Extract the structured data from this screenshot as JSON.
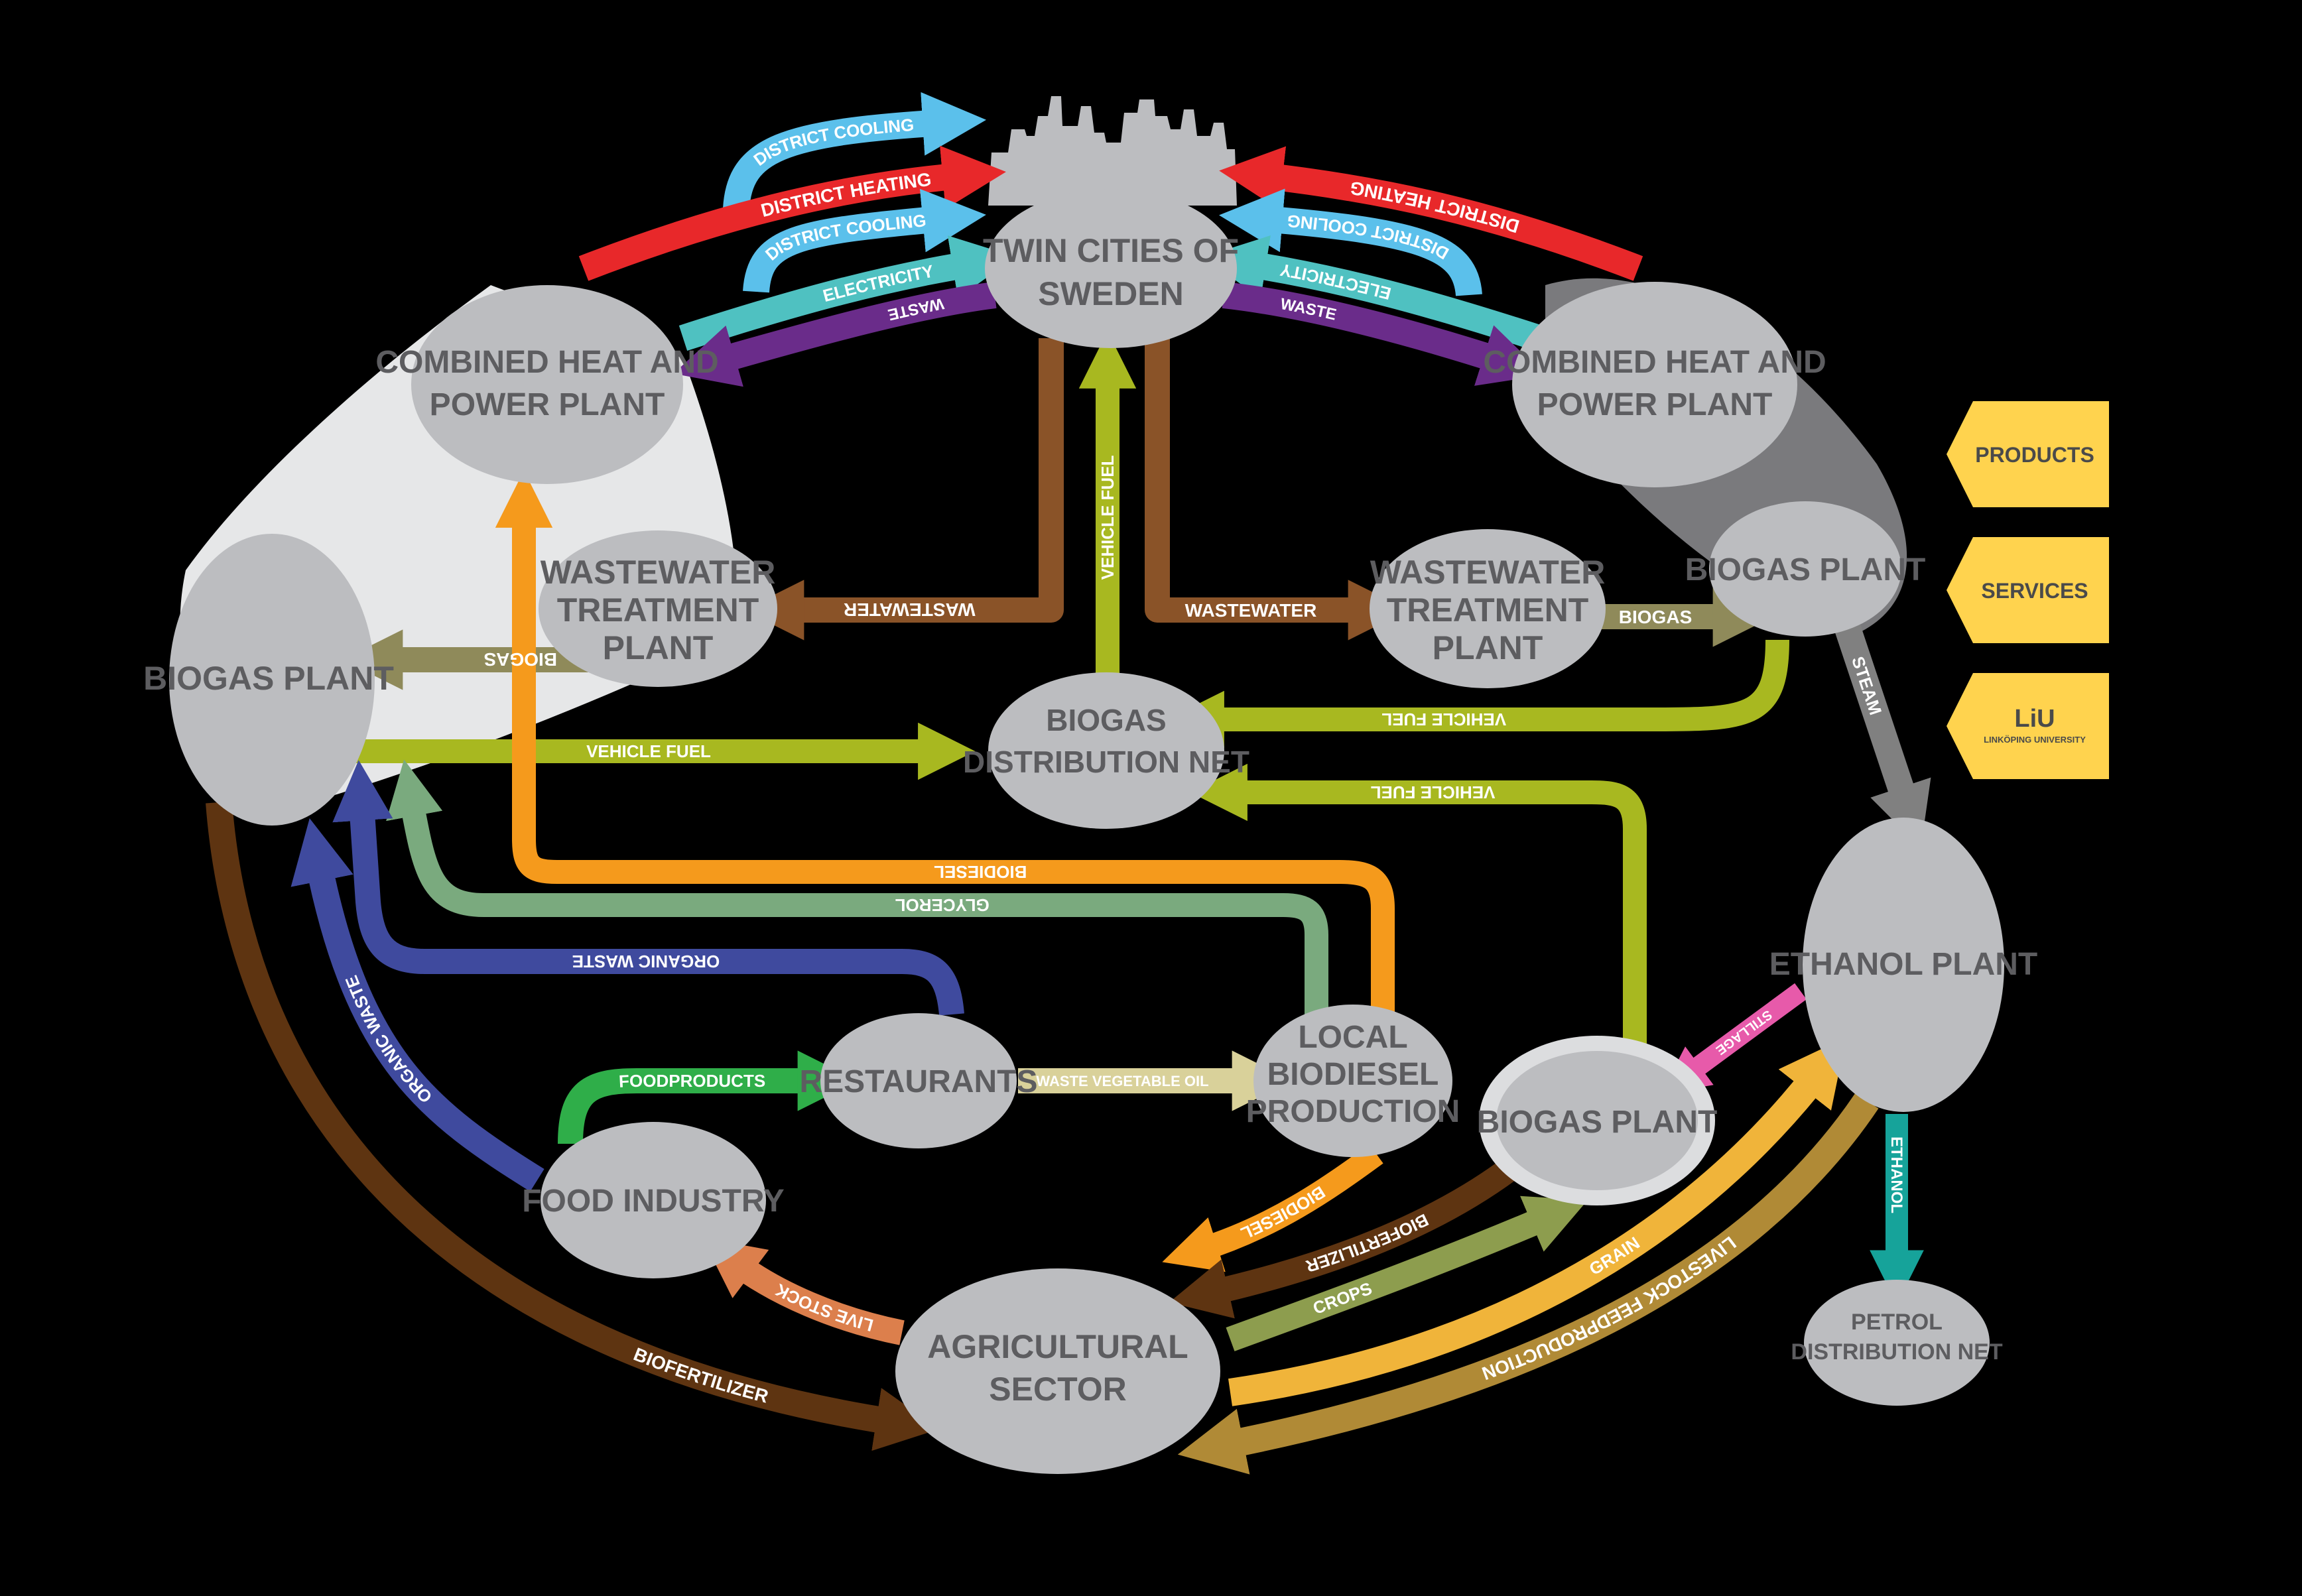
{
  "colors": {
    "background": "#000000",
    "node_fill": "#bcbdc0",
    "node_text": "#5d5d60",
    "legend_fill": "#ffd34e",
    "district_heating": "#e8282a",
    "district_cooling": "#5bc0eb",
    "electricity": "#4fc1c1",
    "waste": "#6a2c8a",
    "wastewater": "#8a5328",
    "vehicle_fuel": "#a8b820",
    "biogas": "#8f8a5a",
    "biodiesel": "#f59a1c",
    "glycerol": "#7aaa7e",
    "organic_waste": "#3f4a9e",
    "biofertilizer": "#5e3411",
    "foodproducts": "#2fae49",
    "waste_vegetable_oil": "#d9d19a",
    "live_stock": "#dc7f4c",
    "crops": "#8d9d4e",
    "grain": "#f0b43a",
    "livestock_feed": "#b08a36",
    "stillage": "#e75aaa",
    "steam": "#808080",
    "ethanol": "#16a39a"
  },
  "nodes": {
    "twin_cities": [
      "TWIN CITIES OF",
      "SWEDEN"
    ],
    "chp_left": [
      "COMBINED HEAT AND",
      "POWER PLANT"
    ],
    "chp_right": [
      "COMBINED HEAT AND",
      "POWER PLANT"
    ],
    "wwtp_left": [
      "WASTEWATER",
      "TREATMENT",
      "PLANT"
    ],
    "wwtp_right": [
      "WASTEWATER",
      "TREATMENT",
      "PLANT"
    ],
    "biogas_left": "BIOGAS PLANT",
    "biogas_right": "BIOGAS PLANT",
    "biogas_bottom": "BIOGAS PLANT",
    "biogas_distribution": [
      "BIOGAS",
      "DISTRIBUTION NET"
    ],
    "restaurants": "RESTAURANTS",
    "local_biodiesel": [
      "LOCAL",
      "BIODIESEL",
      "PRODUCTION"
    ],
    "food_industry": "FOOD INDUSTRY",
    "agricultural": [
      "AGRICULTURAL",
      "SECTOR"
    ],
    "ethanol_plant": "ETHANOL PLANT",
    "petrol_distribution": [
      "PETROL",
      "DISTRIBUTION NET"
    ]
  },
  "flows": {
    "district_cooling_top": "DISTRICT COOLING",
    "district_heating_left": "DISTRICT HEATING",
    "district_cooling_left": "DISTRICT COOLING",
    "electricity_left": "ELECTRICITY",
    "waste_left": "WASTE",
    "district_heating_right": "DISTRICT HEATING",
    "district_cooling_right": "DISTRICT COOLING",
    "electricity_right": "ELECTRICITY",
    "waste_right": "WASTE",
    "wastewater_left": "WASTEWATER",
    "wastewater_right": "WASTEWATER",
    "vehicle_fuel_city": "VEHICLE FUEL",
    "biogas_left": "BIOGAS",
    "biogas_right": "BIOGAS",
    "vehicle_fuel_left": "VEHICLE FUEL",
    "vehicle_fuel_right": "VEHICLE FUEL",
    "vehicle_fuel_bottom": "VEHICLE FUEL",
    "steam": "STEAM",
    "biodiesel_top": "BIODIESEL",
    "glycerol": "GLYCEROL",
    "organic_waste_horizontal": "ORGANIC WASTE",
    "organic_waste_diagonal": "ORGANIC WASTE",
    "foodproducts": "FOODPRODUCTS",
    "waste_vegetable_oil": "WASTE VEGETABLE OIL",
    "stillage": "STILLAGE",
    "ethanol": "ETHANOL",
    "biodiesel_bottom": "BIODIESEL",
    "biofertilizer_right": "BIOFERTILIZER",
    "crops": "CROPS",
    "grain": "GRAIN",
    "livestock_feed": "LIVESTOCK FEEDPRODUCTION",
    "live_stock": "LIVE STOCK",
    "biofertilizer_left": "BIOFERTILIZER"
  },
  "legend": {
    "products": "PRODUCTS",
    "services": "SERVICES",
    "liu_logo": "LiU",
    "liu_name": "LINKÖPING UNIVERSITY"
  }
}
